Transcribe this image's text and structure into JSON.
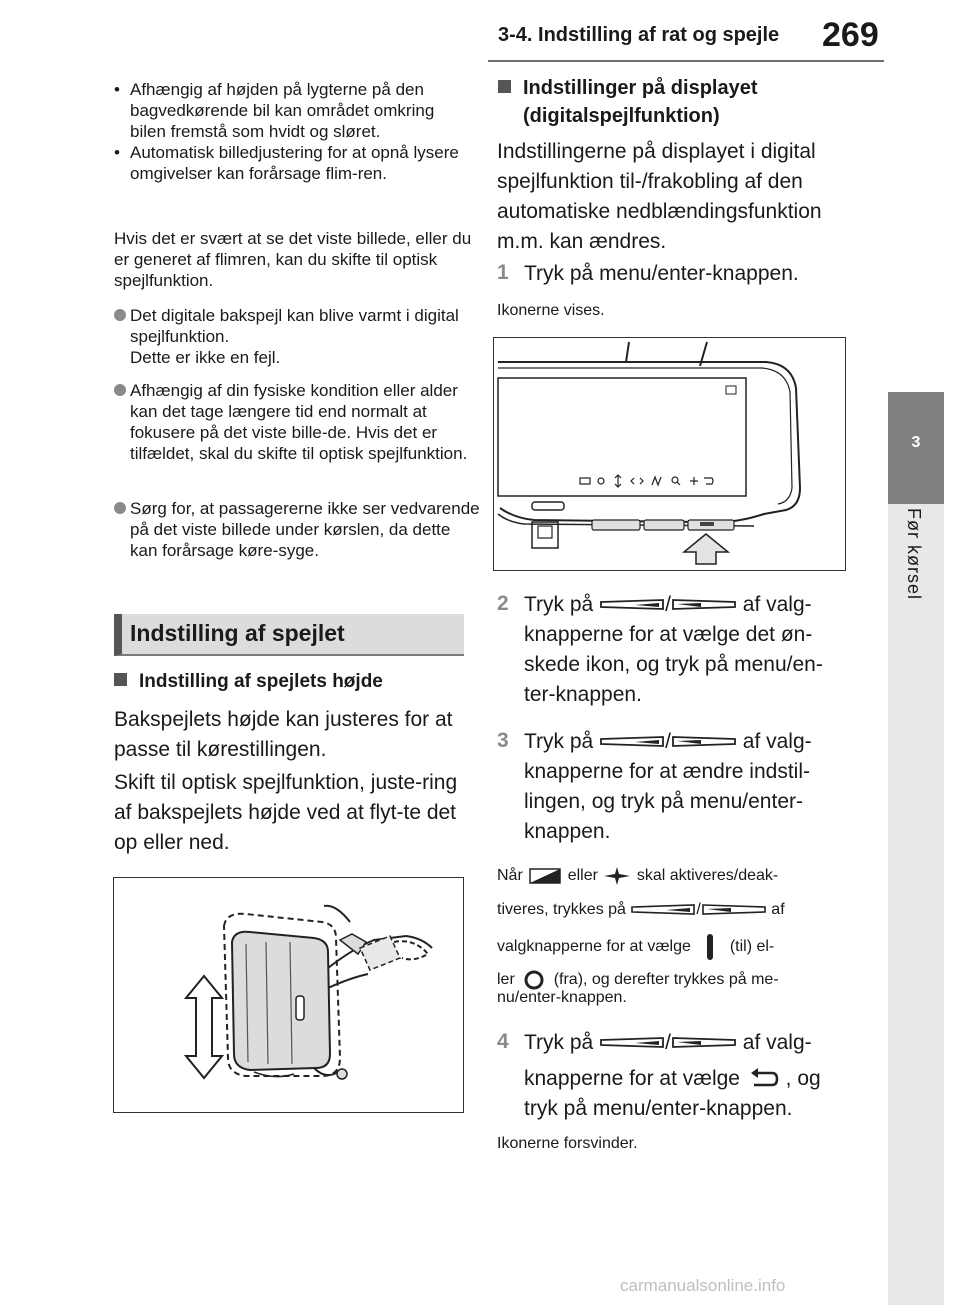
{
  "header": {
    "title": "3-4. Indstilling af rat og spejle",
    "page_number": "269"
  },
  "side_tab": {
    "number": "3",
    "label": "Før kørsel"
  },
  "left": {
    "bullets": [
      "Afhængig af højden på lygterne på den bagvedkørende bil kan området omkring bilen fremstå som hvidt og sløret.",
      "Automatisk billedjustering for at opnå lysere omgivelser kan forårsage flim-ren."
    ],
    "para": "Hvis det er svært at se det viste billede, eller du er generet af flimren, kan du skifte til optisk spejlfunktion.",
    "notes": [
      "Det digitale bakspejl kan blive varmt i digital spejlfunktion.\nDette er ikke en fejl.",
      "Afhængig af din fysiske kondition eller alder kan det tage længere tid end normalt at fokusere på det viste bille-de. Hvis det er tilfældet, skal du skifte til optisk spejlfunktion.",
      "Sørg for, at passagererne ikke ser vedvarende på det viste billede under kørslen, da dette kan forårsage køre-syge."
    ],
    "section_title": "Indstilling af spejlet",
    "subhead": "Indstilling af spejlets højde",
    "body1": "Bakspejlets højde kan justeres for at passe til kørestillingen.",
    "body2": "Skift til optisk spejlfunktion, juste-ring af bakspejlets højde ved at flyt-te det op eller ned."
  },
  "right": {
    "subhead_line1": "Indstillinger på displayet",
    "subhead_line2": "(digitalspejlfunktion)",
    "intro": "Indstillingerne på displayet i digital spejlfunktion til-/frakobling af den automatiske nedblændingsfunktion m.m. kan ændres.",
    "step1_num": "1",
    "step1": "Tryk på menu/enter-knappen.",
    "step1_note": "Ikonerne vises.",
    "step2_num": "2",
    "step2_a": "Tryk på",
    "step2_slash": "/",
    "step2_b": "af valg-",
    "step2_c": "knapperne for at vælge det øn-",
    "step2_d": "skede ikon, og tryk på menu/en-",
    "step2_e": "ter-knappen.",
    "step3_num": "3",
    "step3_a": "Tryk på",
    "step3_slash": "/",
    "step3_b": "af valg-",
    "step3_c": "knapperne for at ændre indstil-",
    "step3_d": "lingen, og tryk på menu/enter-",
    "step3_e": "knappen.",
    "note_a": "Når",
    "note_b": "eller",
    "note_c": "skal aktiveres/deak-",
    "note_d": "tiveres, trykkes på",
    "note_e": "/",
    "note_f": "af",
    "note_g": "valgknapperne for at vælge",
    "note_h": "(til) el-",
    "note_i": "ler",
    "note_j": "(fra), og derefter trykkes på me-",
    "note_k": "nu/enter-knappen.",
    "step4_num": "4",
    "step4_a": "Tryk på",
    "step4_slash": "/",
    "step4_b": "af valg-",
    "step4_c": "knapperne for at vælge",
    "step4_d": ", og",
    "step4_e": "tryk på menu/enter-knappen.",
    "step4_note": "Ikonerne forsvinder."
  },
  "watermark": "carmanualsonline.info",
  "icons": {
    "left_button": "left-select-button-icon",
    "right_button": "right-select-button-icon",
    "dimming": "dimming-icon",
    "sparkle": "sparkle-icon",
    "on": "on-bar-icon",
    "off": "off-circle-icon",
    "return": "return-arrow-icon"
  }
}
